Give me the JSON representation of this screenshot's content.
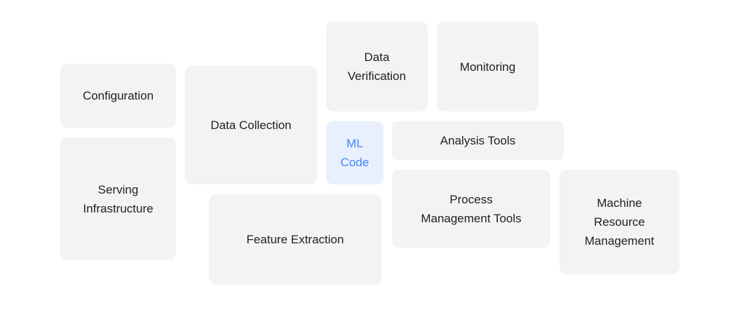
{
  "diagram": {
    "components": [
      {
        "id": "configuration",
        "label": "Configuration"
      },
      {
        "id": "serving_infrastructure",
        "label": "Serving\nInfrastructure"
      },
      {
        "id": "data_collection",
        "label": "Data Collection"
      },
      {
        "id": "feature_extraction",
        "label": "Feature Extraction"
      },
      {
        "id": "data_verification",
        "label": "Data\nVerification"
      },
      {
        "id": "monitoring",
        "label": "Monitoring"
      },
      {
        "id": "ml_code",
        "label": "ML\nCode"
      },
      {
        "id": "analysis_tools",
        "label": "Analysis Tools"
      },
      {
        "id": "process_management_tools",
        "label": "Process\nManagement Tools"
      },
      {
        "id": "machine_resource_management",
        "label": "Machine\nResource\nManagement"
      }
    ],
    "colors": {
      "box_background": "#f1f3f4",
      "text": "#202124",
      "highlight_background": "#e8f0fe",
      "highlight_text": "#4285f4"
    }
  }
}
